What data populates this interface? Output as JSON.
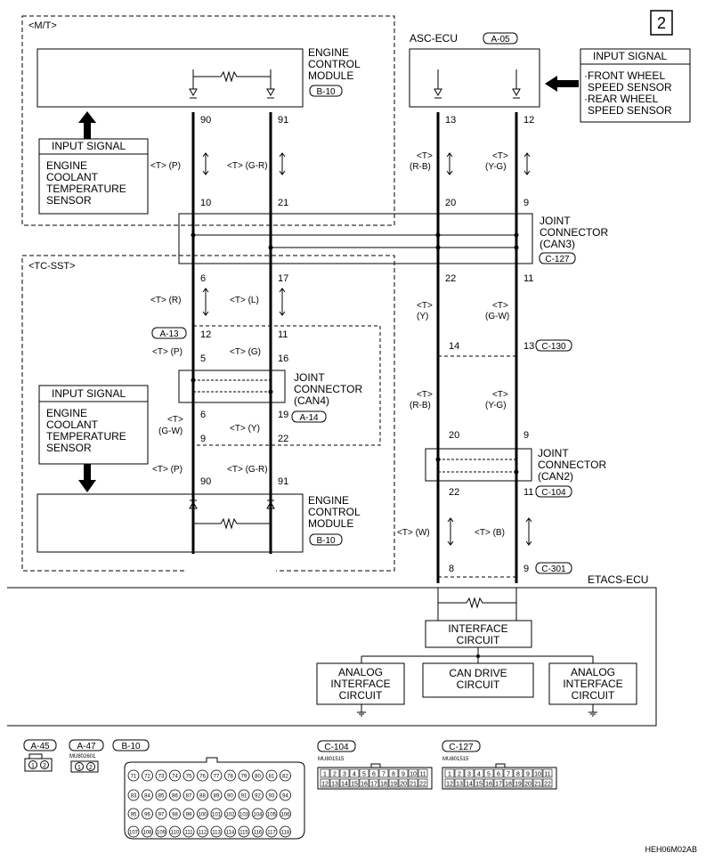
{
  "page_number": "2",
  "footer_code": "HEH06M02AB",
  "mt": {
    "label": "<M/T>",
    "ecm_title": [
      "ENGINE",
      "CONTROL",
      "MODULE"
    ],
    "ecm_conn": "B-10",
    "input_signal_title": "INPUT SIGNAL",
    "input_signal_lines": [
      "ENGINE",
      "COOLANT",
      "TEMPERATURE",
      "SENSOR"
    ],
    "left_wire": {
      "top_pin": "90",
      "bottom_pin": "10",
      "label": "<T> (P)"
    },
    "right_wire": {
      "top_pin": "91",
      "bottom_pin": "21",
      "label": "<T> (G-R)"
    }
  },
  "asc": {
    "title": "ASC-ECU",
    "conn": "A-05",
    "input_signal_title": "INPUT SIGNAL",
    "input_signal_lines": [
      "·FRONT WHEEL",
      "SPEED SENSOR",
      "·REAR WHEEL",
      "SPEED SENSOR"
    ],
    "left_wire": {
      "top_pin": "13",
      "bottom_pin": "20",
      "label_1": "<T>",
      "label_2": "(R-B)"
    },
    "right_wire": {
      "top_pin": "12",
      "bottom_pin": "9",
      "label_1": "<T>",
      "label_2": "(Y-G)"
    }
  },
  "jc_can3": {
    "lines": [
      "JOINT",
      "CONNECTOR",
      "(CAN3)"
    ],
    "conn": "C-127"
  },
  "tcsst": {
    "label": "<TC-SST>",
    "left_top_pin": "6",
    "right_top_pin": "17",
    "left_label_1": "<T> (R)",
    "right_label_1": "<T> (L)",
    "conn_a13": "A-13",
    "pin_12": "12",
    "pin_11": "11",
    "left_label_2": "<T> (P)",
    "right_label_2": "<T> (G)",
    "pin_5": "5",
    "pin_16": "16",
    "jc_can4": {
      "lines": [
        "JOINT",
        "CONNECTOR",
        "(CAN4)"
      ],
      "conn": "A-14"
    },
    "pin_6b": "6",
    "pin_19": "19",
    "left_label_3a": "<T>",
    "left_label_3b": "(G-W)",
    "right_label_3": "<T> (Y)",
    "pin_9": "9",
    "pin_22": "22",
    "input_signal_title": "INPUT SIGNAL",
    "input_signal_lines": [
      "ENGINE",
      "COOLANT",
      "TEMPERATURE",
      "SENSOR"
    ],
    "left_label_4": "<T> (P)",
    "right_label_4": "<T> (G-R)",
    "pin_90": "90",
    "pin_91": "91",
    "ecm_title": [
      "ENGINE",
      "CONTROL",
      "MODULE"
    ],
    "ecm_conn": "B-10"
  },
  "right_lower": {
    "pin_22": "22",
    "pin_11": "11",
    "left_label_1a": "<T>",
    "left_label_1b": "(Y)",
    "right_label_1a": "<T>",
    "right_label_1b": "(G-W)",
    "pin_14": "14",
    "pin_13": "13",
    "conn_c130": "C-130",
    "left_label_2a": "<T>",
    "left_label_2b": "(R-B)",
    "right_label_2a": "<T>",
    "right_label_2b": "(Y-G)",
    "pin_20": "20",
    "pin_9": "9",
    "jc_can2": {
      "lines": [
        "JOINT",
        "CONNECTOR",
        "(CAN2)"
      ],
      "conn": "C-104"
    },
    "pin_22b": "22",
    "pin_11b": "11",
    "left_label_3": "<T> (W)",
    "right_label_3": "<T> (B)",
    "pin_8": "8",
    "pin_9b": "9",
    "conn_c301": "C-301"
  },
  "etacs": {
    "title": "ETACS-ECU",
    "interface": [
      "INTERFACE",
      "CIRCUIT"
    ],
    "analog_left": [
      "ANALOG",
      "INTERFACE",
      "CIRCUIT"
    ],
    "can_drive": [
      "CAN DRIVE",
      "CIRCUIT"
    ],
    "analog_right": [
      "ANALOG",
      "INTERFACE",
      "CIRCUIT"
    ]
  },
  "connectors": {
    "a45": "A-45",
    "a47": "A-47",
    "a47_part": "MU802601",
    "b10": "B-10",
    "c104": "C-104",
    "c104_part": "MU801515",
    "c127": "C-127",
    "c127_part": "MU801515"
  }
}
